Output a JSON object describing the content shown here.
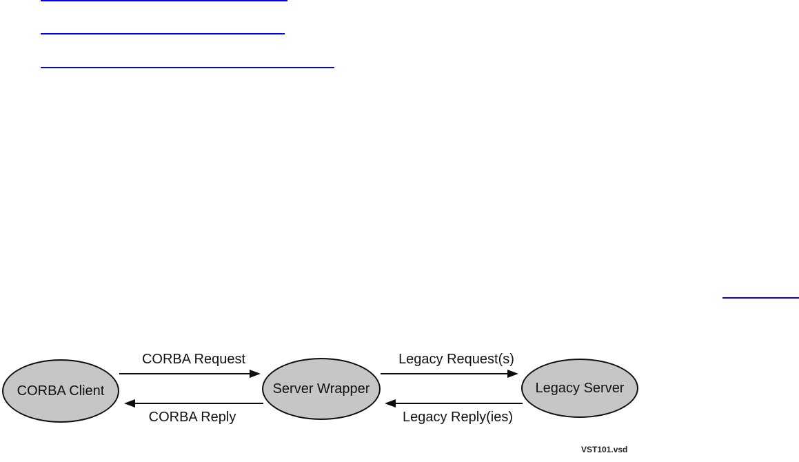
{
  "page": {
    "background_color": "#ffffff",
    "link_color": "#0000ee"
  },
  "links": {
    "note": "underline-only hyperlinks; link text cropped out of view",
    "top": [
      {
        "text": ""
      },
      {
        "text": ""
      },
      {
        "text": ""
      }
    ],
    "right": {
      "text": ""
    }
  },
  "diagram": {
    "type": "flow",
    "node_fill": "#c6c6c6",
    "node_border": "#000000",
    "nodes": [
      {
        "id": "corba-client",
        "label": "CORBA Client"
      },
      {
        "id": "server-wrapper",
        "label": "Server Wrapper"
      },
      {
        "id": "legacy-server",
        "label": "Legacy Server"
      }
    ],
    "arrows": [
      {
        "label": "CORBA Request",
        "from": "corba-client",
        "to": "server-wrapper",
        "direction": "right"
      },
      {
        "label": "CORBA Reply",
        "from": "server-wrapper",
        "to": "corba-client",
        "direction": "left"
      },
      {
        "label": "Legacy Request(s)",
        "from": "server-wrapper",
        "to": "legacy-server",
        "direction": "right"
      },
      {
        "label": "Legacy Reply(ies)",
        "from": "legacy-server",
        "to": "server-wrapper",
        "direction": "left"
      }
    ],
    "caption": "VST101.vsd"
  }
}
